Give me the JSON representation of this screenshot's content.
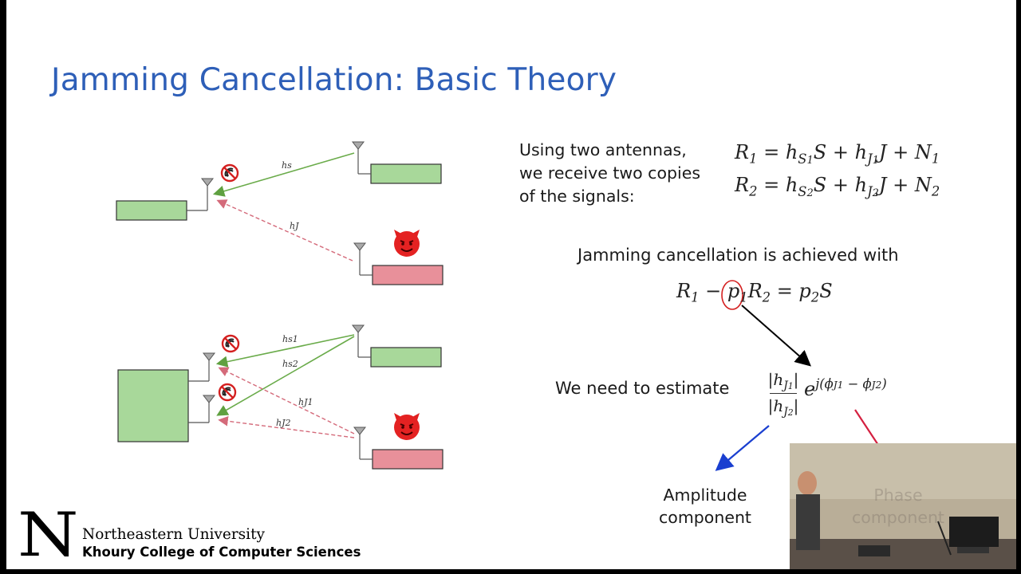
{
  "slide": {
    "title": "Jamming Cancellation: Basic Theory",
    "intro_lines": [
      "Using two antennas,",
      "we receive two copies",
      "of the signals:"
    ],
    "cancellation_text": "Jamming cancellation is achieved with",
    "estimate_text": "We need to estimate",
    "amplitude_lines": [
      "Amplitude",
      "component"
    ],
    "phase_lines": [
      "Phase",
      "component"
    ]
  },
  "diagram_labels": {
    "top_hs": "hs",
    "top_hj": "hJ",
    "bot_hs1": "hs1",
    "bot_hs2": "hs2",
    "bot_hj1": "hJ1",
    "bot_hj2": "hJ2"
  },
  "branding": {
    "logo_letter": "N",
    "university": "Northeastern University",
    "college": "Khoury College of Computer Sciences"
  },
  "colors": {
    "title_blue": "#2e5fb8",
    "signal_green": "#6aab4a",
    "jam_red": "#d46a7a",
    "box_green": "#a8d89a",
    "box_red": "#e8909a",
    "circle_red": "#d42020",
    "arrow_blue": "#1a3fd0"
  },
  "icons": [
    "antenna-icon",
    "no-signal-icon",
    "devil-icon",
    "arrow-icon"
  ]
}
